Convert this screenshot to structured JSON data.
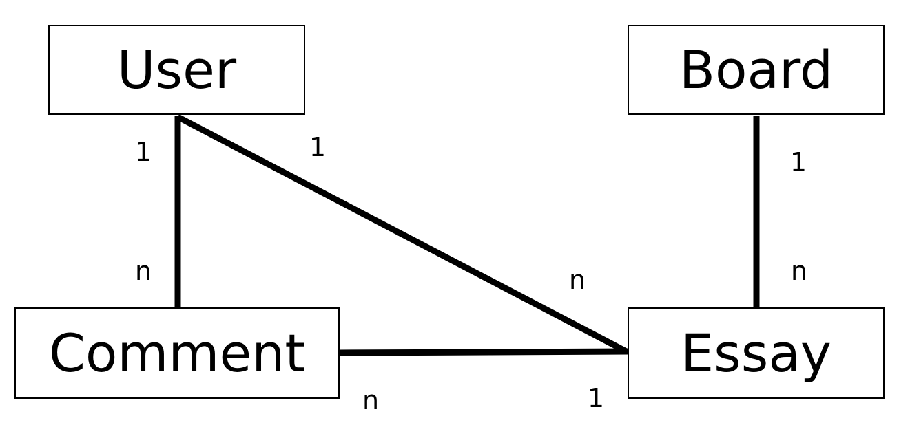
{
  "entities": {
    "user": "User",
    "board": "Board",
    "comment": "Comment",
    "essay": "Essay"
  },
  "relationships": [
    {
      "from": "User",
      "to": "Comment",
      "from_card": "1",
      "to_card": "n"
    },
    {
      "from": "User",
      "to": "Essay",
      "from_card": "1",
      "to_card": "n"
    },
    {
      "from": "Board",
      "to": "Essay",
      "from_card": "1",
      "to_card": "n"
    },
    {
      "from": "Essay",
      "to": "Comment",
      "from_card": "1",
      "to_card": "n"
    }
  ],
  "colors": {
    "line": "#000000",
    "background": "#ffffff"
  }
}
